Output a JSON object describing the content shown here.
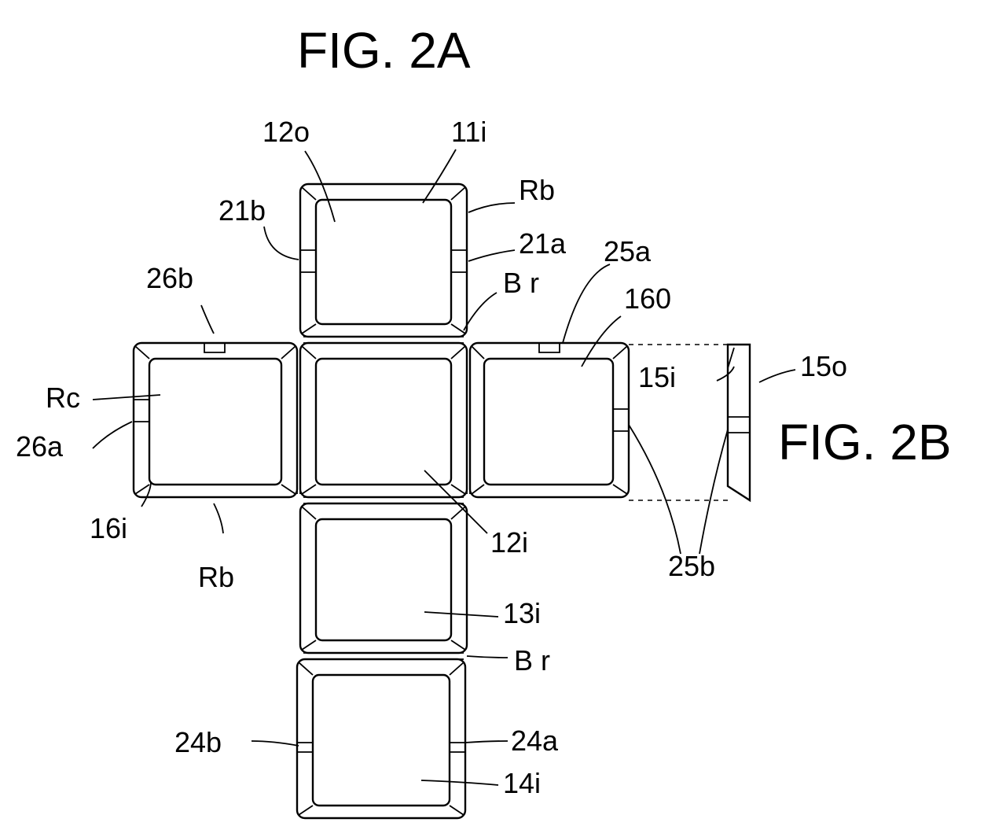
{
  "figure_a": {
    "title": "FIG. 2A"
  },
  "figure_b": {
    "title": "FIG. 2B"
  },
  "labels": {
    "l_12o": "12o",
    "l_11i": "11i",
    "l_Rb_top": "Rb",
    "l_21b": "21b",
    "l_21a": "21a",
    "l_25a": "25a",
    "l_26b": "26b",
    "l_Br_top": "B r",
    "l_160": "160",
    "l_15i": "15i",
    "l_15o": "15o",
    "l_Rc": "Rc",
    "l_26a": "26a",
    "l_16i": "16i",
    "l_Rb_bottom": "Rb",
    "l_12i": "12i",
    "l_25b": "25b",
    "l_13i": "13i",
    "l_Br_bottom": "B r",
    "l_24b": "24b",
    "l_24a": "24a",
    "l_14i": "14i"
  }
}
